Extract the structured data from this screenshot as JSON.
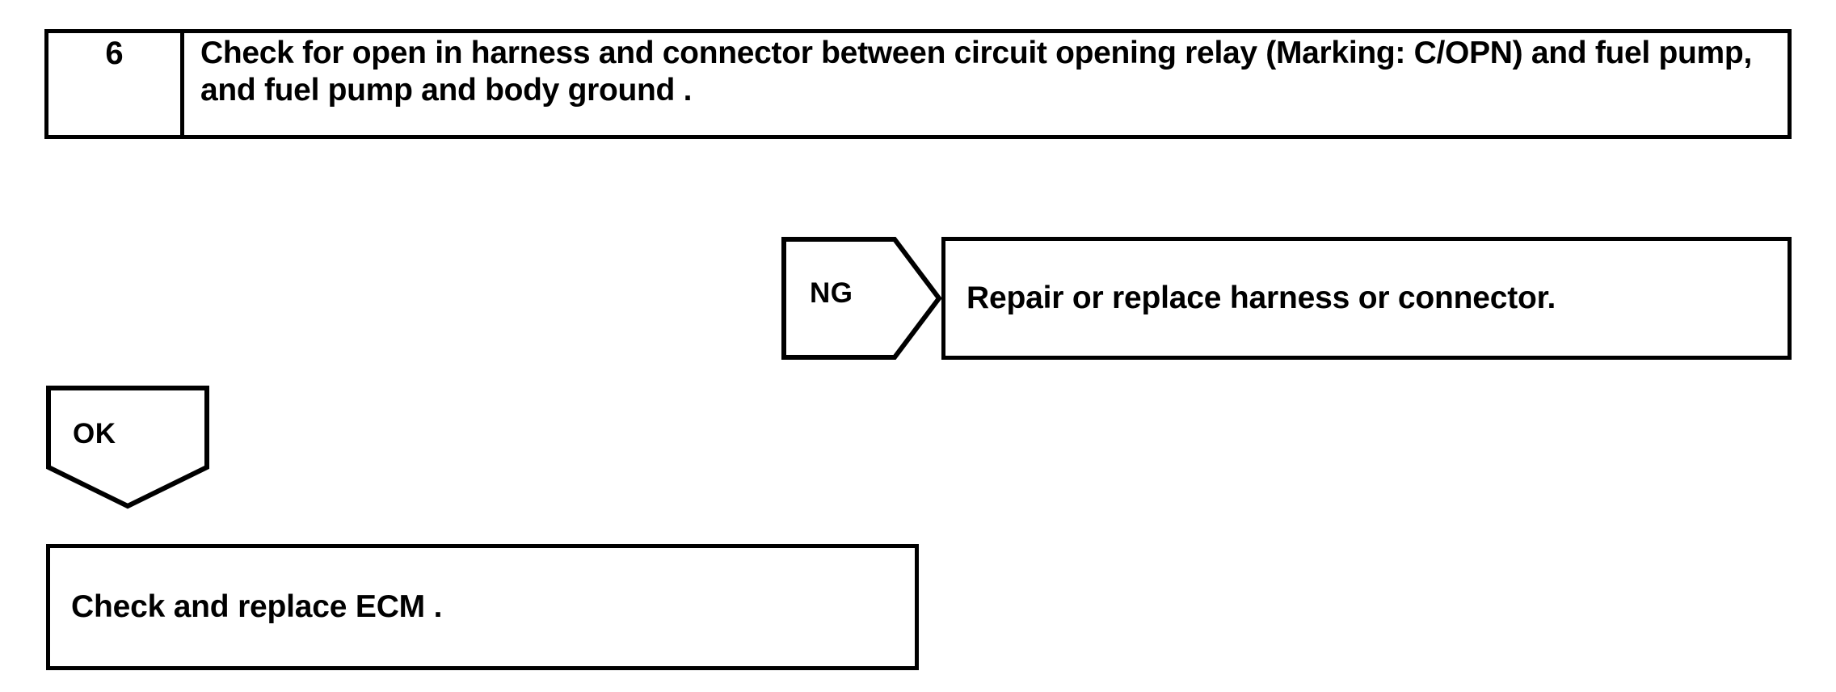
{
  "document": {
    "type": "diagnostic-flowchart",
    "title": "Circuit Opening Relay / Fuel Pump Open Circuit Check"
  },
  "step": {
    "number": "6",
    "instruction": "Check for open in harness and connector between circuit opening relay (Marking: C/OPN) and fuel pump, and fuel pump and body ground ."
  },
  "branches": {
    "ng": {
      "label": "NG",
      "result": "Repair or replace harness or connector."
    },
    "ok": {
      "label": "OK",
      "result": "Check and replace ECM ."
    }
  },
  "colors": {
    "ink": "#000000",
    "paper": "#ffffff"
  }
}
